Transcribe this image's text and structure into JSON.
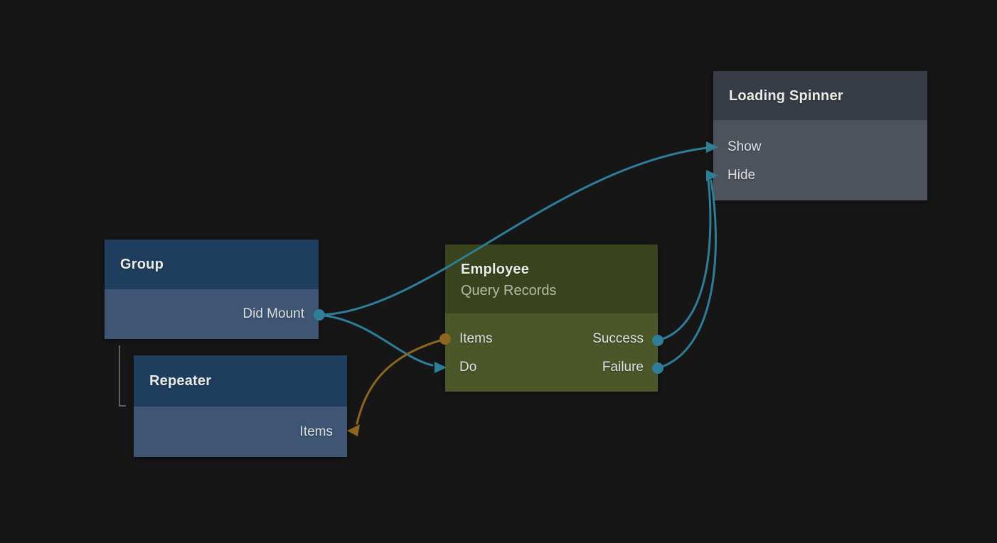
{
  "theme": {
    "bg": "#161616",
    "blue_header": "#1f3e5e",
    "blue_body": "#3e5674",
    "green_header": "#39441e",
    "green_body": "#4b5629",
    "gray_header": "#383c46",
    "gray_body": "#4e525c",
    "title_color": "#e9ebe6",
    "port_color": "#dde2e2",
    "subtitle_color": "#b4bba9"
  },
  "colors": {
    "flow": "#2e7e9a",
    "data": "#8b6620",
    "hierarchy": "#5f5f5f"
  },
  "nodes": {
    "group": {
      "title": "Group",
      "ports": [
        {
          "label": "Did Mount",
          "side": "right",
          "connector": "dot",
          "color": "#2e7e9a"
        }
      ]
    },
    "repeater": {
      "title": "Repeater",
      "ports": [
        {
          "label": "Items",
          "side": "right",
          "connector": "arrow-in",
          "color": "#8b6620"
        }
      ]
    },
    "employee": {
      "title": "Employee",
      "subtitle": "Query Records",
      "ports_left": [
        {
          "label": "Items",
          "connector": "dot",
          "color": "#8b6620"
        },
        {
          "label": "Do",
          "connector": "arrow-in",
          "color": "#2e7e9a"
        }
      ],
      "ports_right": [
        {
          "label": "Success",
          "connector": "dot",
          "color": "#2e7e9a"
        },
        {
          "label": "Failure",
          "connector": "dot",
          "color": "#2e7e9a"
        }
      ]
    },
    "spinner": {
      "title": "Loading Spinner",
      "ports": [
        {
          "label": "Show",
          "side": "left",
          "connector": "arrow-in",
          "color": "#2e7e9a"
        },
        {
          "label": "Hide",
          "side": "left",
          "connector": "arrow-in",
          "color": "#2e7e9a"
        }
      ]
    }
  },
  "edges": [
    {
      "from": "Group.Did Mount",
      "to": "Loading Spinner.Show",
      "type": "flow"
    },
    {
      "from": "Group.Did Mount",
      "to": "Employee.Do",
      "type": "flow"
    },
    {
      "from": "Employee.Items",
      "to": "Repeater.Items",
      "type": "data"
    },
    {
      "from": "Employee.Success",
      "to": "Loading Spinner.Hide",
      "type": "flow"
    },
    {
      "from": "Employee.Failure",
      "to": "Loading Spinner.Hide",
      "type": "flow"
    }
  ],
  "hierarchy": {
    "parent": "Group",
    "child": "Repeater"
  }
}
